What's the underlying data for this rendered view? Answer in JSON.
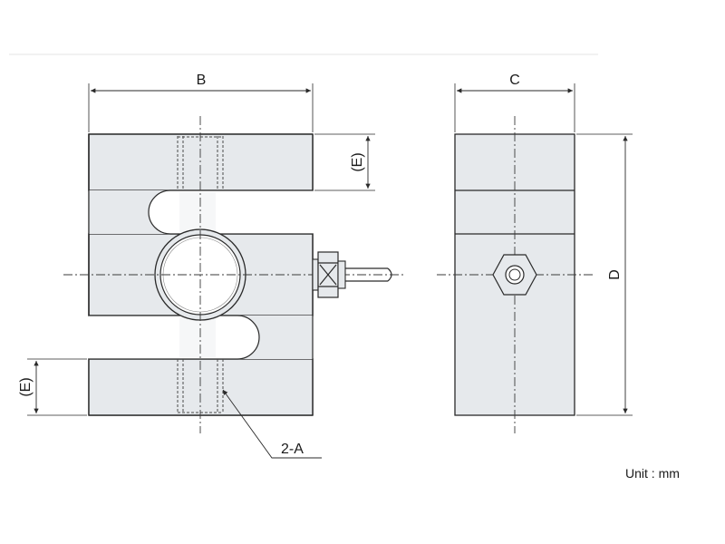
{
  "labels": {
    "dim_b": "B",
    "dim_c": "C",
    "dim_d": "D",
    "dim_e_top": "(E)",
    "dim_e_bottom": "(E)",
    "thread_callout": "2-A",
    "unit": "Unit : mm"
  },
  "colors": {
    "line": "#2a2a2a",
    "body": "#e6e9ec",
    "background": "#ffffff"
  }
}
